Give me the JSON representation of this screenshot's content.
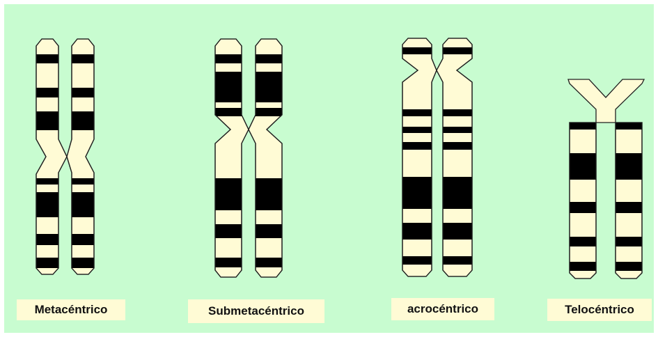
{
  "colors": {
    "background": "#c8fcd0",
    "chromatid": "#fffbd5",
    "band": "#000000"
  },
  "chromosomes": [
    {
      "name": "metacentric",
      "label": "Metacéntrico"
    },
    {
      "name": "submetacentric",
      "label": "Submetacéntrico"
    },
    {
      "name": "acrocentric",
      "label": "acrocéntrico"
    },
    {
      "name": "telocentric",
      "label": "Telocéntrico"
    }
  ]
}
